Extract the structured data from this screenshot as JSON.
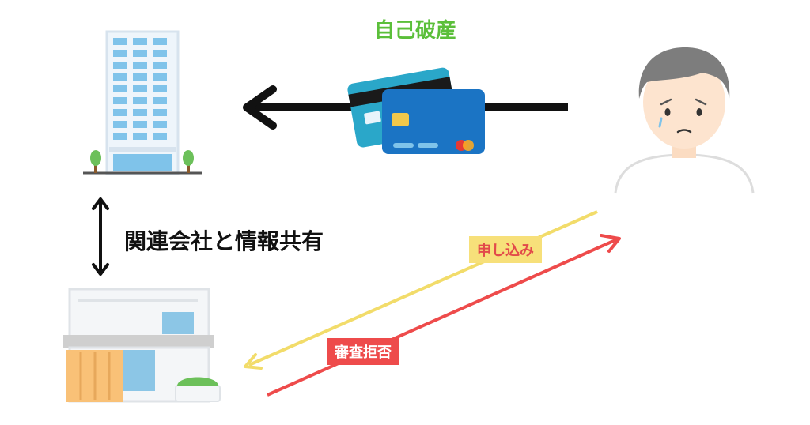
{
  "diagram": {
    "title": "自己破産",
    "relation_label": "関連会社と情報共有",
    "apply_label": "申し込み",
    "reject_label": "審査拒否"
  },
  "colors": {
    "title_green": "#5bbf3a",
    "apply_yellow": "#f2dc6a",
    "reject_red": "#ee4b4b",
    "arrow_black": "#111111",
    "building_blue": "#7fc3ea",
    "card_blue": "#1b74c4",
    "card_teal": "#2aa7c9"
  },
  "icons": [
    "office-building-icon",
    "credit-card-icon",
    "worried-person-icon",
    "shop-icon"
  ]
}
